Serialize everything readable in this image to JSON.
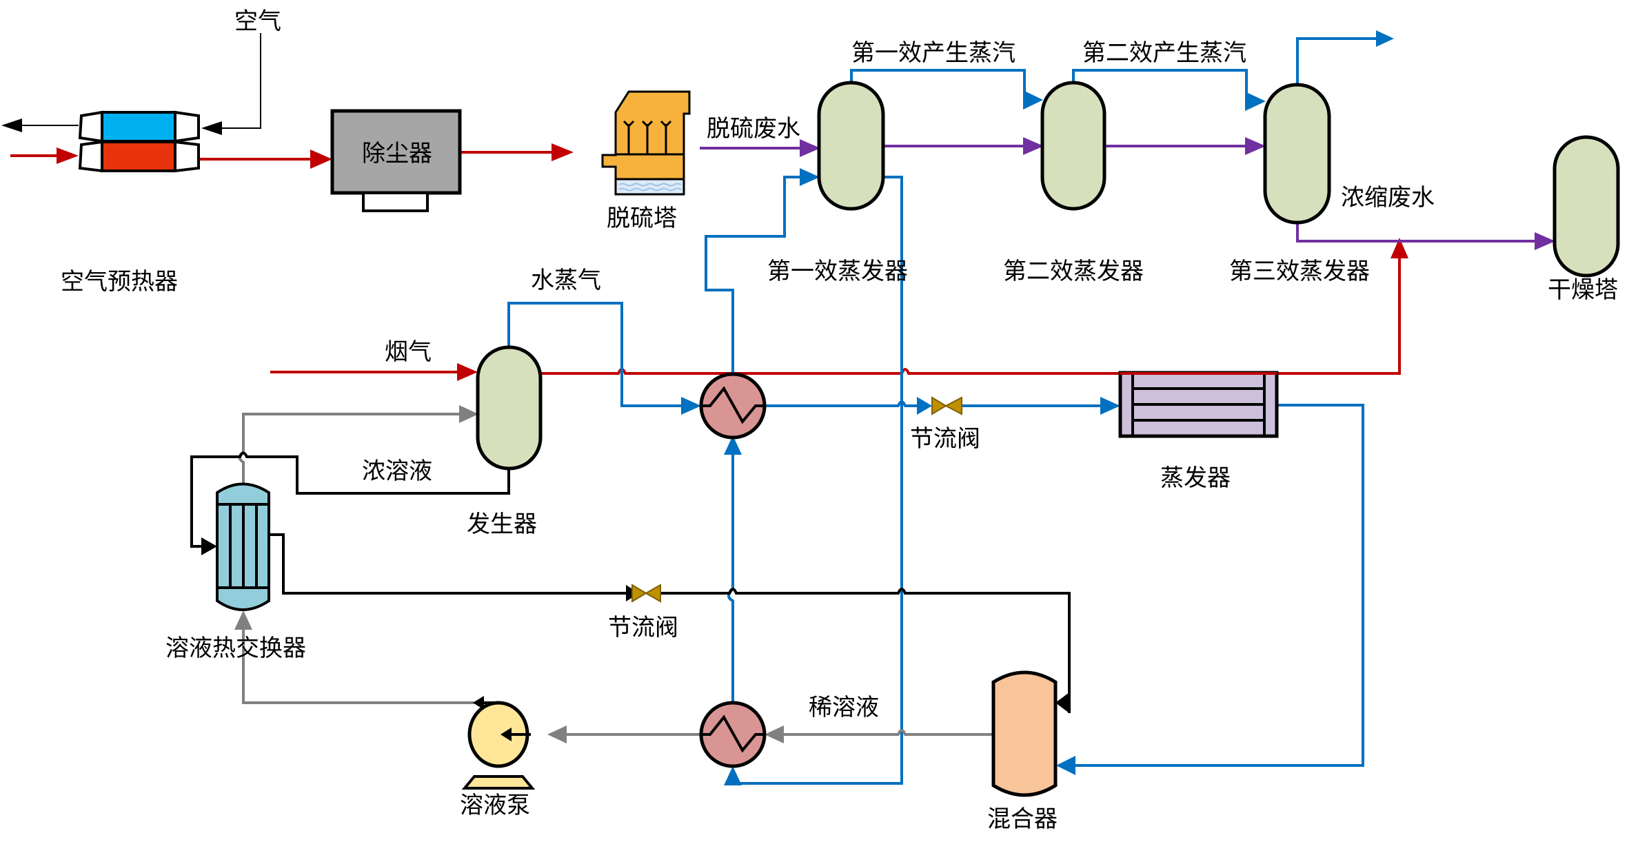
{
  "title": "吸收式热泵回收烟气余热用于脱硫废水三效蒸发系统流程图",
  "colors": {
    "flue_gas": "#C00000",
    "steam_water": "#0070C0",
    "wastewater": "#7030A0",
    "solution_gray": "#808080",
    "solution_black": "#000000",
    "vessel_green": "#D6E0BC",
    "hx_pink": "#D99594",
    "evaporator_lavender": "#CCC0DA",
    "mixer_peach": "#F8C49A",
    "pump_yellow": "#FFE699",
    "solution_hx_blue": "#92CDDC",
    "dust_gray": "#A6A6A6",
    "desulf_orange": "#F6B23C",
    "valve_gold": "#BF9000",
    "preheater_blue": "#00B0F0",
    "preheater_red": "#E8330C"
  },
  "equipment": {
    "air_preheater": "空气预热器",
    "dust_collector": "除尘器",
    "desulfurization_tower": "脱硫塔",
    "evaporator_1": "第一效蒸发器",
    "evaporator_2": "第二效蒸发器",
    "evaporator_3": "第三效蒸发器",
    "drying_tower": "干燥塔",
    "generator": "发生器",
    "throttle_valve_1": "节流阀",
    "throttle_valve_2": "节流阀",
    "evaporator": "蒸发器",
    "solution_hx": "溶液热交换器",
    "solution_pump": "溶液泵",
    "mixer": "混合器"
  },
  "streams": {
    "air": "空气",
    "desulf_wastewater": "脱硫废水",
    "effect1_steam": "第一效产生蒸汽",
    "effect2_steam": "第二效产生蒸汽",
    "concentrated_wastewater": "浓缩废水",
    "water_vapor": "水蒸气",
    "flue_gas": "烟气",
    "strong_solution": "浓溶液",
    "weak_solution": "稀溶液"
  }
}
